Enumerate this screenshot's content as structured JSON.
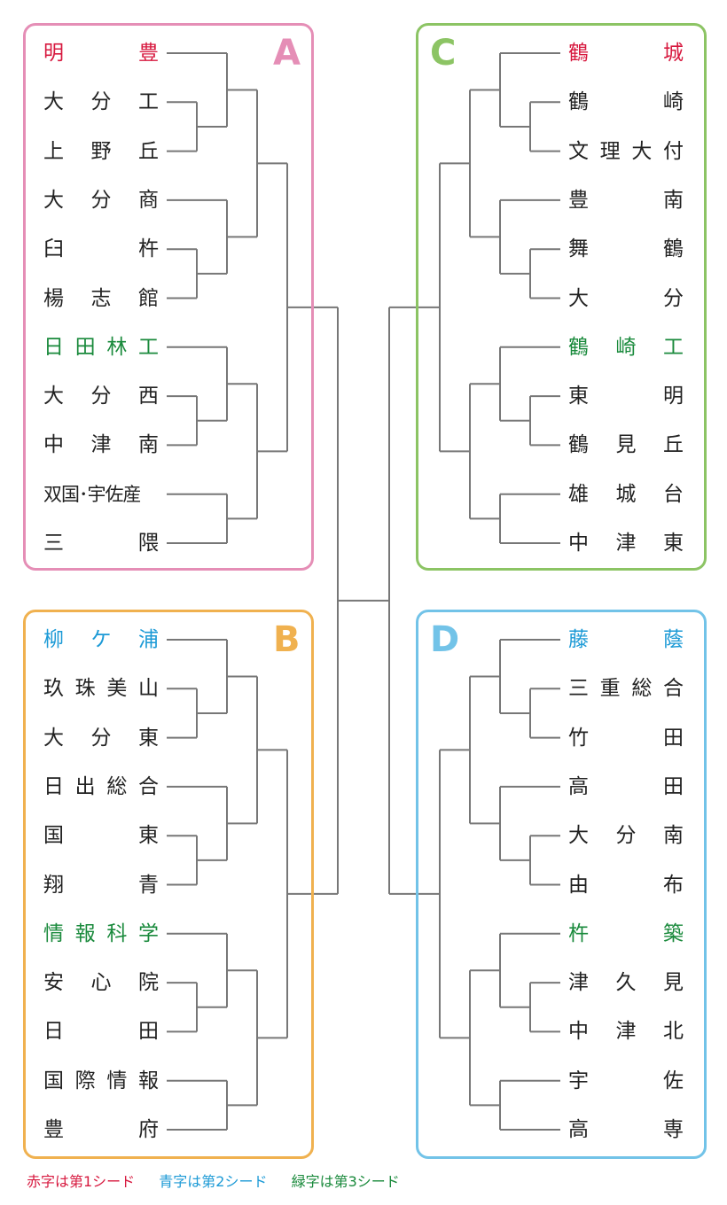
{
  "colors": {
    "seed1": "#d7193f",
    "seed2": "#1c9ad6",
    "seed3": "#1a8a3c",
    "normal": "#222222",
    "line": "#777777",
    "blockA": "#e58eb6",
    "blockB": "#f0b14f",
    "blockC": "#8cc464",
    "blockD": "#72c3e8"
  },
  "blocks": [
    {
      "letter": "A",
      "color": "#e58eb6",
      "side": "left",
      "teams": [
        {
          "name": "明豊",
          "seed": 1
        },
        {
          "name": "大分工"
        },
        {
          "name": "上野丘"
        },
        {
          "name": "大分商"
        },
        {
          "name": "臼杵"
        },
        {
          "name": "楊志館"
        },
        {
          "name": "日田林工",
          "seed": 3
        },
        {
          "name": "大分西"
        },
        {
          "name": "中津南"
        },
        {
          "name": "双国･宇佐産",
          "compact": true
        },
        {
          "name": "三隈"
        }
      ]
    },
    {
      "letter": "B",
      "color": "#f0b14f",
      "side": "left",
      "teams": [
        {
          "name": "柳ケ浦",
          "seed": 2
        },
        {
          "name": "玖珠美山"
        },
        {
          "name": "大分東"
        },
        {
          "name": "日出総合"
        },
        {
          "name": "国東"
        },
        {
          "name": "翔青"
        },
        {
          "name": "情報科学",
          "seed": 3
        },
        {
          "name": "安心院"
        },
        {
          "name": "日田"
        },
        {
          "name": "国際情報"
        },
        {
          "name": "豊府"
        }
      ]
    },
    {
      "letter": "C",
      "color": "#8cc464",
      "side": "right",
      "teams": [
        {
          "name": "鶴城",
          "seed": 1
        },
        {
          "name": "鶴崎"
        },
        {
          "name": "文理大付"
        },
        {
          "name": "豊南"
        },
        {
          "name": "舞鶴"
        },
        {
          "name": "大分"
        },
        {
          "name": "鶴崎工",
          "seed": 3
        },
        {
          "name": "東明"
        },
        {
          "name": "鶴見丘"
        },
        {
          "name": "雄城台"
        },
        {
          "name": "中津東"
        }
      ]
    },
    {
      "letter": "D",
      "color": "#72c3e8",
      "side": "right",
      "teams": [
        {
          "name": "藤蔭",
          "seed": 2
        },
        {
          "name": "三重総合"
        },
        {
          "name": "竹田"
        },
        {
          "name": "高田"
        },
        {
          "name": "大分南"
        },
        {
          "name": "由布"
        },
        {
          "name": "杵築",
          "seed": 3
        },
        {
          "name": "津久見"
        },
        {
          "name": "中津北"
        },
        {
          "name": "宇佐"
        },
        {
          "name": "高専"
        }
      ]
    }
  ],
  "legend": {
    "seed1": "赤字は第1シード",
    "seed2": "青字は第2シード",
    "seed3": "緑字は第3シード"
  }
}
